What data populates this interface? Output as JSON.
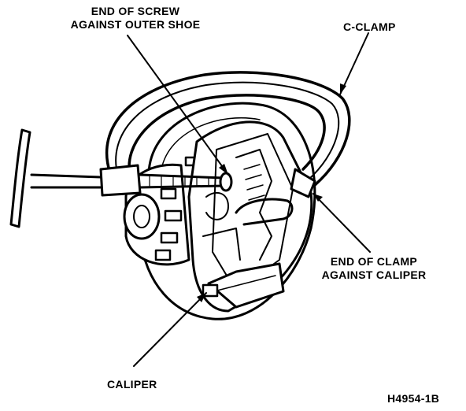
{
  "labels": {
    "screw_line1": "END OF SCREW",
    "screw_line2": "AGAINST OUTER SHOE",
    "c_clamp": "C-CLAMP",
    "clamp_line1": "END OF CLAMP",
    "clamp_line2": "AGAINST CALIPER",
    "caliper": "CALIPER",
    "figure_code": "H4954-1B"
  },
  "colors": {
    "ink": "#000000",
    "paper": "#ffffff"
  }
}
